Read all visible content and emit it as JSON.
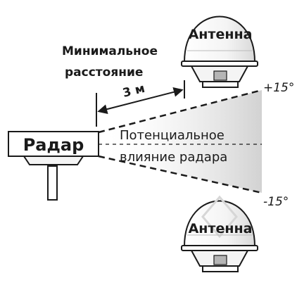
{
  "labels": {
    "antenna_top": "Антенна",
    "antenna_bottom": "Антенна",
    "radar": "Радар",
    "min_distance_line1": "Минимальное",
    "min_distance_line2": "расстояние",
    "distance_value": "3 м",
    "influence_line1": "Потенциальное",
    "influence_line2": "влияние радара",
    "angle_top": "+15°",
    "angle_bottom": "-15°"
  },
  "colors": {
    "stroke": "#1a1a1a",
    "beam_fill": "#dcdcdc",
    "background": "#ffffff"
  }
}
